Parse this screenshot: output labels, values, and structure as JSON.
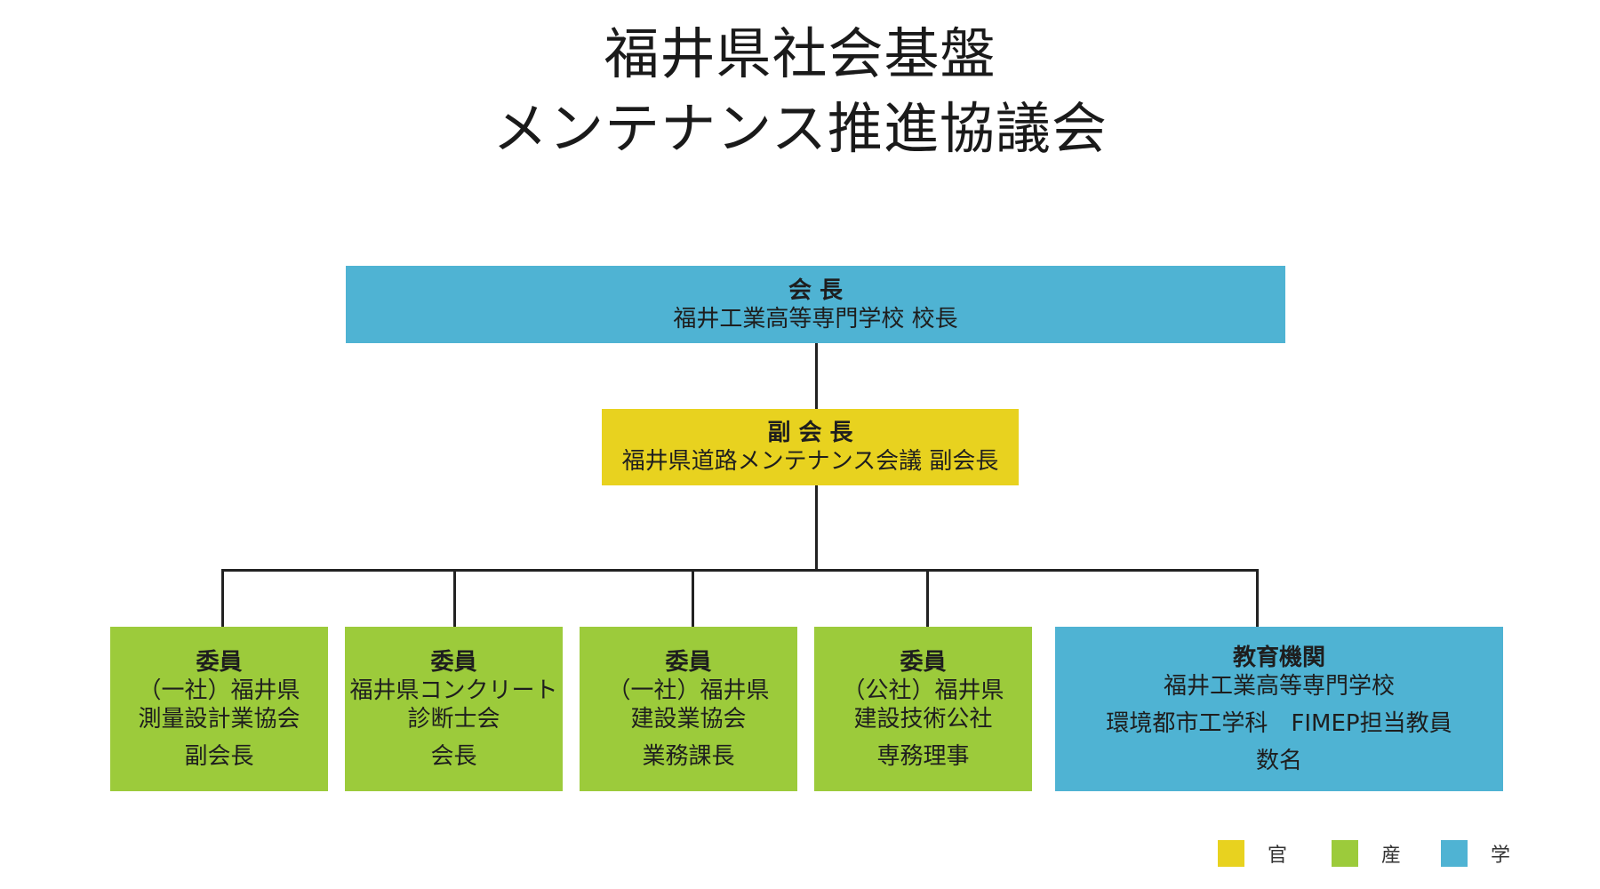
{
  "title": {
    "line1": "福井県社会基盤",
    "line2": "メンテナンス推進協議会"
  },
  "boxes": {
    "chairman": {
      "role": "会 長",
      "lines": [
        "福井工業高等専門学校 校長"
      ]
    },
    "vice_chairman": {
      "role": "副 会 長",
      "lines": [
        "福井県道路メンテナンス会議 副会長"
      ]
    },
    "members": [
      {
        "role": "委員",
        "lines": [
          "（一社）福井県",
          "測量設計業協会",
          "副会長"
        ]
      },
      {
        "role": "委員",
        "lines": [
          "福井県コンクリート",
          "診断士会",
          "会長"
        ]
      },
      {
        "role": "委員",
        "lines": [
          "（一社）福井県",
          "建設業協会",
          "業務課長"
        ]
      },
      {
        "role": "委員",
        "lines": [
          "（公社）福井県",
          "建設技術公社",
          "専務理事"
        ]
      },
      {
        "role": "教育機関",
        "lines": [
          "福井工業高等専門学校",
          "環境都市工学科　FIMEP担当教員",
          "数名"
        ]
      }
    ]
  },
  "legend": [
    {
      "label": "官",
      "color": "#e8d21f"
    },
    {
      "label": "産",
      "color": "#9ccb3b"
    },
    {
      "label": "学",
      "color": "#4fb3d3"
    }
  ],
  "colors": {
    "academia": "#4fb3d3",
    "government": "#e8d21f",
    "industry": "#9ccb3b"
  }
}
